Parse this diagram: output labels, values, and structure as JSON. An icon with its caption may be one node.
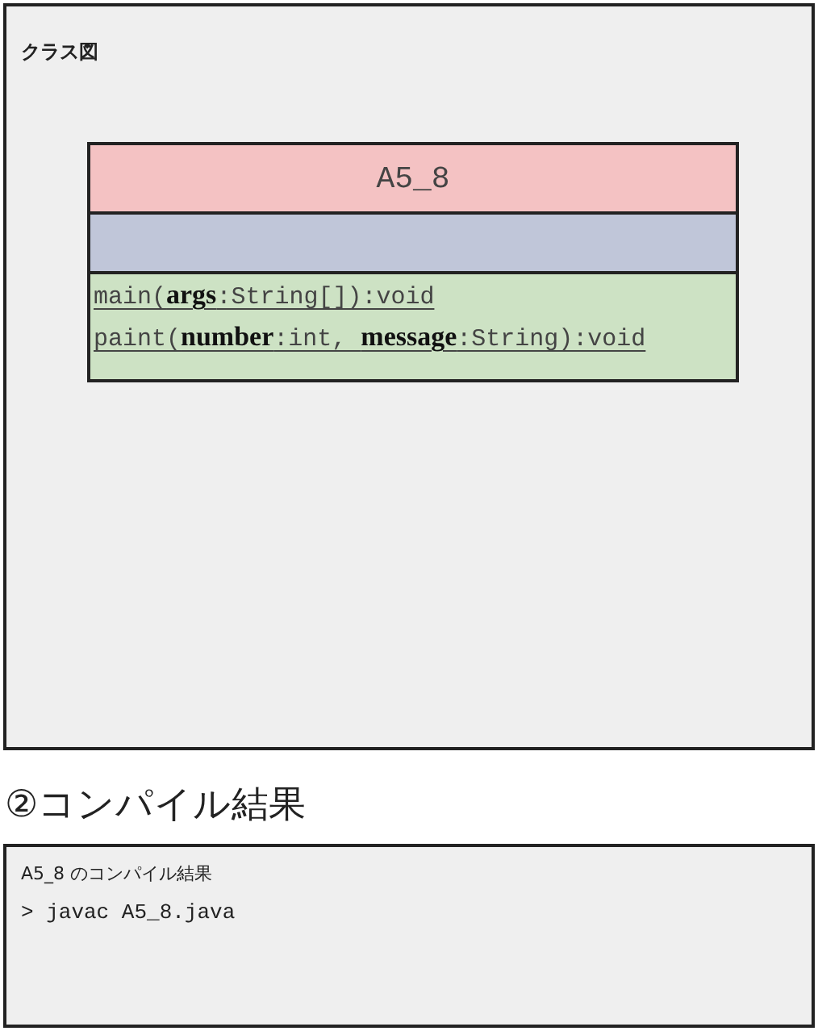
{
  "diagram": {
    "nodes": [
      {
        "text": [
          "クラス図"
        ]
      },
      {
        "text": [
          "A5_8"
        ],
        "in": 0
      },
      {
        "text": [],
        "shape": "box",
        "in": 0
      },
      {
        "text": [
          "main(**args**:String[]):void",
          "paint(**number**:int, **message**:String):void"
        ],
        "in": 0
      },
      {
        "text": [
          "A5_8 のコンパイル結果",
          "> javac A5_8.java"
        ],
        "beside": [
          "②コンパイル結果"
        ]
      }
    ]
  }
}
